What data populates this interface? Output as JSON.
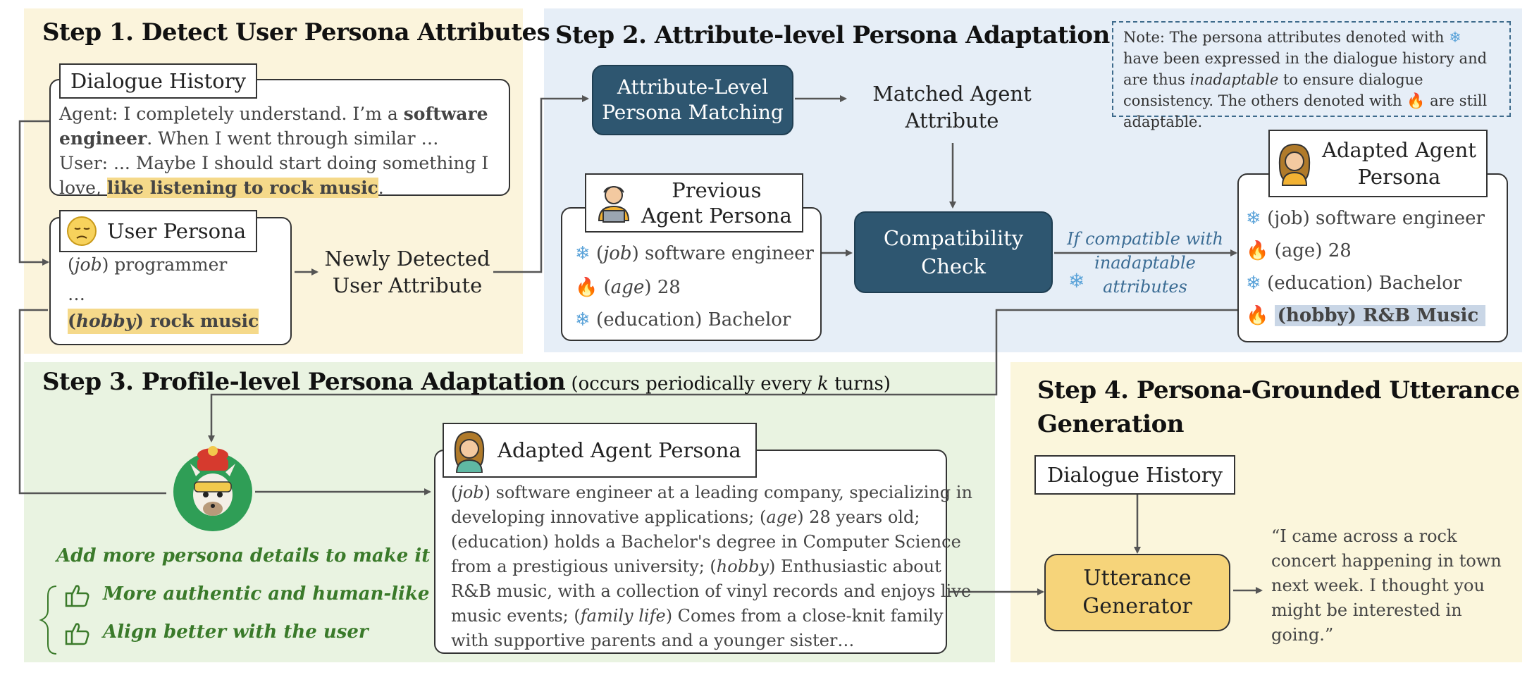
{
  "step1": {
    "title": "Step 1. Detect User Persona Attributes",
    "dialogue_label": "Dialogue History",
    "dialogue_lines": [
      "Agent: I completely understand. I’m a ",
      "software",
      "engineer",
      ". When I went through similar …",
      "User: ... Maybe I should start doing something I",
      "love, ",
      "like listening to rock music",
      "."
    ],
    "user_persona_label": "User Persona",
    "user_attr_job_key": "job",
    "user_attr_job_val": " programmer",
    "user_attr_dots": "…",
    "user_attr_hobby_key": "hobby",
    "user_attr_hobby_val": " rock music",
    "newly_detected": "Newly Detected\nUser Attribute"
  },
  "step2": {
    "title": "Step 2. Attribute-level Persona Adaptation",
    "matching_btn": "Attribute-Level\nPersona Matching",
    "matched_attr": "Matched Agent\nAttribute",
    "previous_label": "Previous\nAgent Persona",
    "prev_attrs": [
      {
        "icon": "snow",
        "key": "job",
        "val": " software engineer",
        "italic": true
      },
      {
        "icon": "fire",
        "key": "age",
        "val": " 28",
        "italic": true
      },
      {
        "icon": "snow",
        "key": "education",
        "val": " Bachelor",
        "italic": false
      }
    ],
    "compat_btn": "Compatibility\nCheck",
    "if_compatible": "If compatible with\ninadaptable\nattributes",
    "adapted_label": "Adapted Agent\nPersona",
    "adapted_attrs": [
      {
        "icon": "snow",
        "text": "(job) software engineer"
      },
      {
        "icon": "fire",
        "text": "(age) 28"
      },
      {
        "icon": "snow",
        "text": "(education) Bachelor"
      },
      {
        "icon": "fire",
        "text": "(hobby) R&B Music"
      }
    ],
    "note_parts": [
      "Note: The persona attributes denoted with ",
      " have been expressed in the dialogue history and are thus ",
      "inadaptable",
      " to ensure dialogue consistency. The others denoted with ",
      " are still adaptable."
    ]
  },
  "step3": {
    "title": "Step 3. Profile-level Persona Adaptation",
    "title_suffix_a": " (occurs periodically every ",
    "title_suffix_k": "k",
    "title_suffix_b": " turns)",
    "adapted_label": "Adapted Agent Persona",
    "profile_segments": [
      [
        "i",
        "job"
      ],
      [
        "n",
        " software engineer at a leading company, specializing in"
      ],
      [
        "br"
      ],
      [
        "n",
        "developing innovative applications; ("
      ],
      [
        "i",
        "age"
      ],
      [
        "n",
        ") 28 years old;"
      ],
      [
        "br"
      ],
      [
        "n",
        "(education) holds a Bachelor's degree in Computer Science"
      ],
      [
        "br"
      ],
      [
        "n",
        "from a prestigious university; ("
      ],
      [
        "i",
        "hobby"
      ],
      [
        "n",
        ") Enthusiastic about"
      ],
      [
        "br"
      ],
      [
        "n",
        "R&B music, with a collection of vinyl records and enjoys live"
      ],
      [
        "br"
      ],
      [
        "n",
        "music events; ("
      ],
      [
        "i",
        "family life"
      ],
      [
        "n",
        ") Comes from a close-knit family"
      ],
      [
        "br"
      ],
      [
        "n",
        "with supportive parents and a younger sister…"
      ]
    ],
    "add_more": "Add more persona details  to make it",
    "benefit1": "More authentic and human-like",
    "benefit2": "Align better with the user"
  },
  "step4": {
    "title": "Step 4. Persona-Grounded Utterance\nGeneration",
    "dialogue_label": "Dialogue History",
    "generator_btn": "Utterance\nGenerator",
    "quote": "“I came across a rock\nconcert happening in town\nnext week. I thought you\nmight be interested in\ngoing.”"
  },
  "icons": [
    "snowflake-icon",
    "fire-icon",
    "sad-face-icon",
    "agent-laptop-icon",
    "agent-woman-icon",
    "llama-icon",
    "thumbs-up-icon"
  ],
  "colors": {
    "step1_bg": "#fbf4dc",
    "step2_bg": "#e6eef7",
    "step3_bg": "#e9f3e1",
    "step4_bg": "#fbf6dc",
    "dark_btn": "#2e5670",
    "generator": "#f6d47a",
    "green_text": "#3a7a2a"
  }
}
